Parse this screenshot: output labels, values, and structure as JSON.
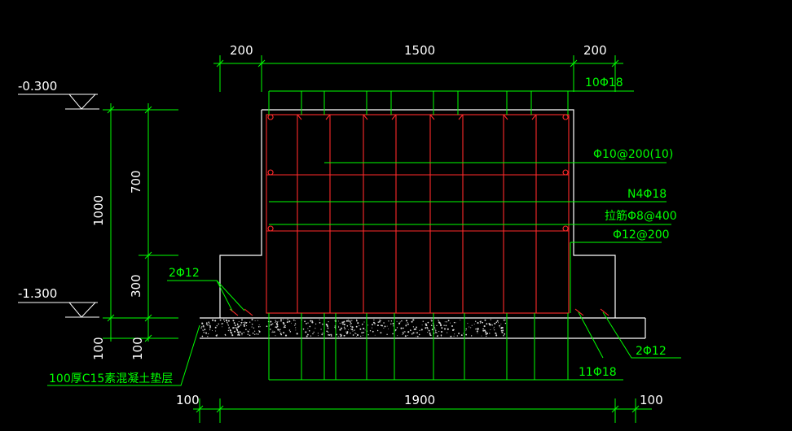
{
  "colors": {
    "background": "#000000",
    "outline": "#ffffff",
    "rebar": "#ff2a2a",
    "dimension": "#00ff00",
    "text_green": "#00ff00",
    "text_white": "#ffffff",
    "concrete_dots": "#d8d8d8"
  },
  "dimensions": {
    "top_left": "200",
    "top_middle": "1500",
    "top_right": "200",
    "bottom_left": "100",
    "bottom_middle": "1900",
    "bottom_right": "100",
    "vertical_total": "1000",
    "vertical_upper": "700",
    "vertical_lower": "300",
    "pad_left_1": "100",
    "pad_left_2": "100"
  },
  "elevations": {
    "top": "-0.300",
    "bottom": "-1.300"
  },
  "rebar_labels": {
    "top_bars": "10Φ18",
    "stirrups": "Φ10@200(10)",
    "side_bars": "N4Φ18",
    "tie_bars": "拉筋Φ8@400",
    "base_mesh": "Φ12@200",
    "left_extra": "2Φ12",
    "right_extra": "2Φ12",
    "bottom_bars": "11Φ18"
  },
  "notes": {
    "bedding_layer": "100厚C15素混凝土垫层"
  }
}
